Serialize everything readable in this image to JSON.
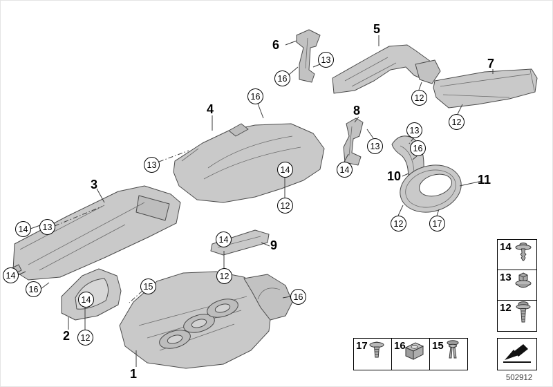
{
  "diagram": {
    "part_labels": [
      "1",
      "2",
      "3",
      "4",
      "5",
      "6",
      "7",
      "8",
      "9",
      "10",
      "11"
    ],
    "callouts": [
      "13",
      "16",
      "12",
      "12",
      "16",
      "13",
      "14",
      "12",
      "13",
      "14",
      "13",
      "16",
      "12",
      "17",
      "13",
      "14",
      "14",
      "16",
      "14",
      "12",
      "14",
      "12",
      "15",
      "16"
    ],
    "colors": {
      "part_fill": "#c9c9c9",
      "part_fill_light": "#d7d7d7",
      "line": "#3a3a3a"
    }
  },
  "legend": {
    "right_column": [
      {
        "label": "14",
        "icon": "expanding-rivet-icon"
      },
      {
        "label": "13",
        "icon": "plastic-nut-icon"
      },
      {
        "label": "12",
        "icon": "screw-icon"
      }
    ],
    "bottom_row": [
      {
        "label": "17",
        "icon": "screw-washer-icon"
      },
      {
        "label": "16",
        "icon": "clip-nut-icon"
      },
      {
        "label": "15",
        "icon": "expanding-rivet-pin-icon"
      }
    ],
    "arrow_box_icon": "direction-arrow-icon"
  },
  "footer": {
    "diagram_id": "502912"
  }
}
